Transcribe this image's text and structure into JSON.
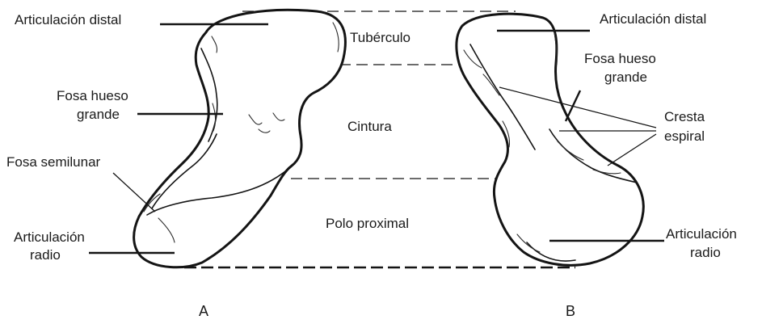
{
  "labels": {
    "a_articulacion_distal": "Articulación distal",
    "a_fosa_hueso_grande_1": "Fosa hueso",
    "a_fosa_hueso_grande_2": "grande",
    "a_fosa_semilunar": "Fosa semilunar",
    "a_articulacion_radio_1": "Articulación",
    "a_articulacion_radio_2": "radio",
    "tuberculo": "Tubérculo",
    "cintura": "Cintura",
    "polo_proximal": "Polo proximal",
    "b_articulacion_distal": "Articulación distal",
    "b_fosa_hueso_grande_1": "Fosa hueso",
    "b_fosa_hueso_grande_2": "grande",
    "b_cresta_espiral_1": "Cresta",
    "b_cresta_espiral_2": "espiral",
    "b_articulacion_radio_1": "Articulación",
    "b_articulacion_radio_2": "radio"
  },
  "views": {
    "a": "A",
    "b": "B"
  }
}
